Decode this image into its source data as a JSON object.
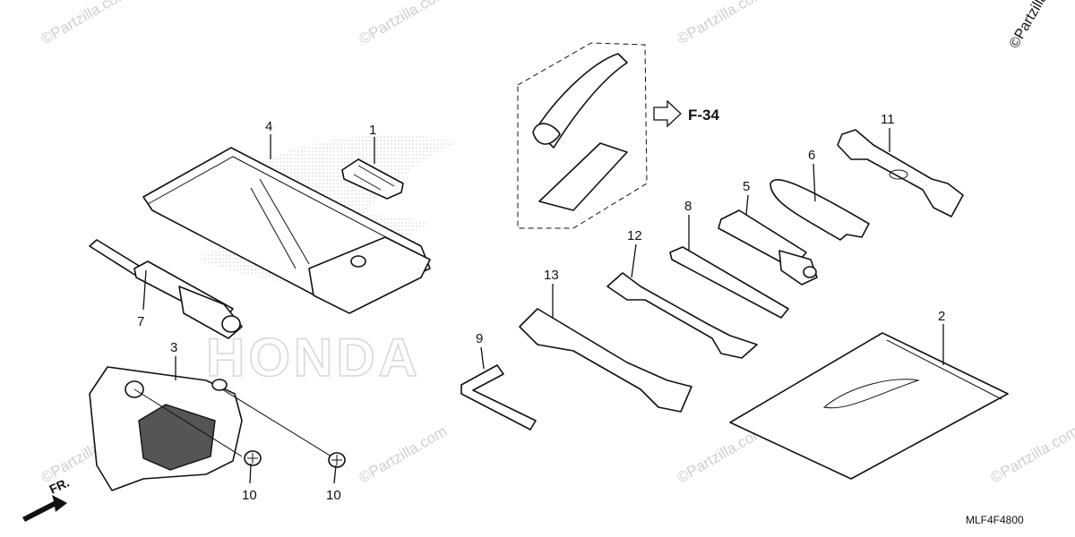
{
  "brand": {
    "name": "©Partzilla"
  },
  "watermark": {
    "text": "©Partzilla.com"
  },
  "reference": {
    "label": "F-34"
  },
  "drawing_code": "MLF4F4800",
  "front_indicator": "FR.",
  "background_text": "HONDA",
  "callouts": [
    {
      "id": "1",
      "label": "1"
    },
    {
      "id": "2",
      "label": "2"
    },
    {
      "id": "3",
      "label": "3"
    },
    {
      "id": "4",
      "label": "4"
    },
    {
      "id": "5",
      "label": "5"
    },
    {
      "id": "6",
      "label": "6"
    },
    {
      "id": "7",
      "label": "7"
    },
    {
      "id": "8",
      "label": "8"
    },
    {
      "id": "9",
      "label": "9"
    },
    {
      "id": "10a",
      "label": "10"
    },
    {
      "id": "10b",
      "label": "10"
    },
    {
      "id": "11",
      "label": "11"
    },
    {
      "id": "12",
      "label": "12"
    },
    {
      "id": "13",
      "label": "13"
    }
  ],
  "colors": {
    "line": "#111111",
    "watermark": "#cfcfcf",
    "honda_dots": "#d0d0d0"
  }
}
